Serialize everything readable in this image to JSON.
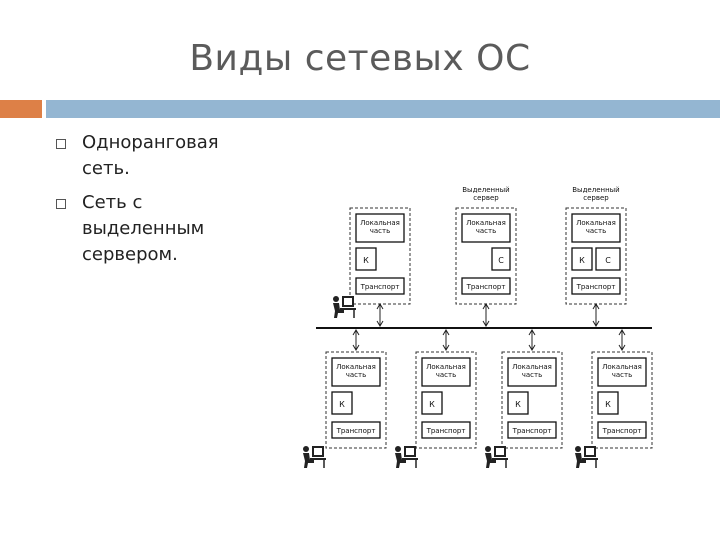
{
  "slide": {
    "title": "Виды сетевых ОС",
    "bullets": [
      "Одноранговая сеть.",
      "Сеть с выделенным сервером."
    ]
  },
  "diagram": {
    "server_label": "Выделенный сервер",
    "local_part": "Локальная часть",
    "transport": "Транспорт",
    "client": "К",
    "server": "С",
    "icons": [
      "workstation-icon",
      "computer-user-icon"
    ]
  }
}
